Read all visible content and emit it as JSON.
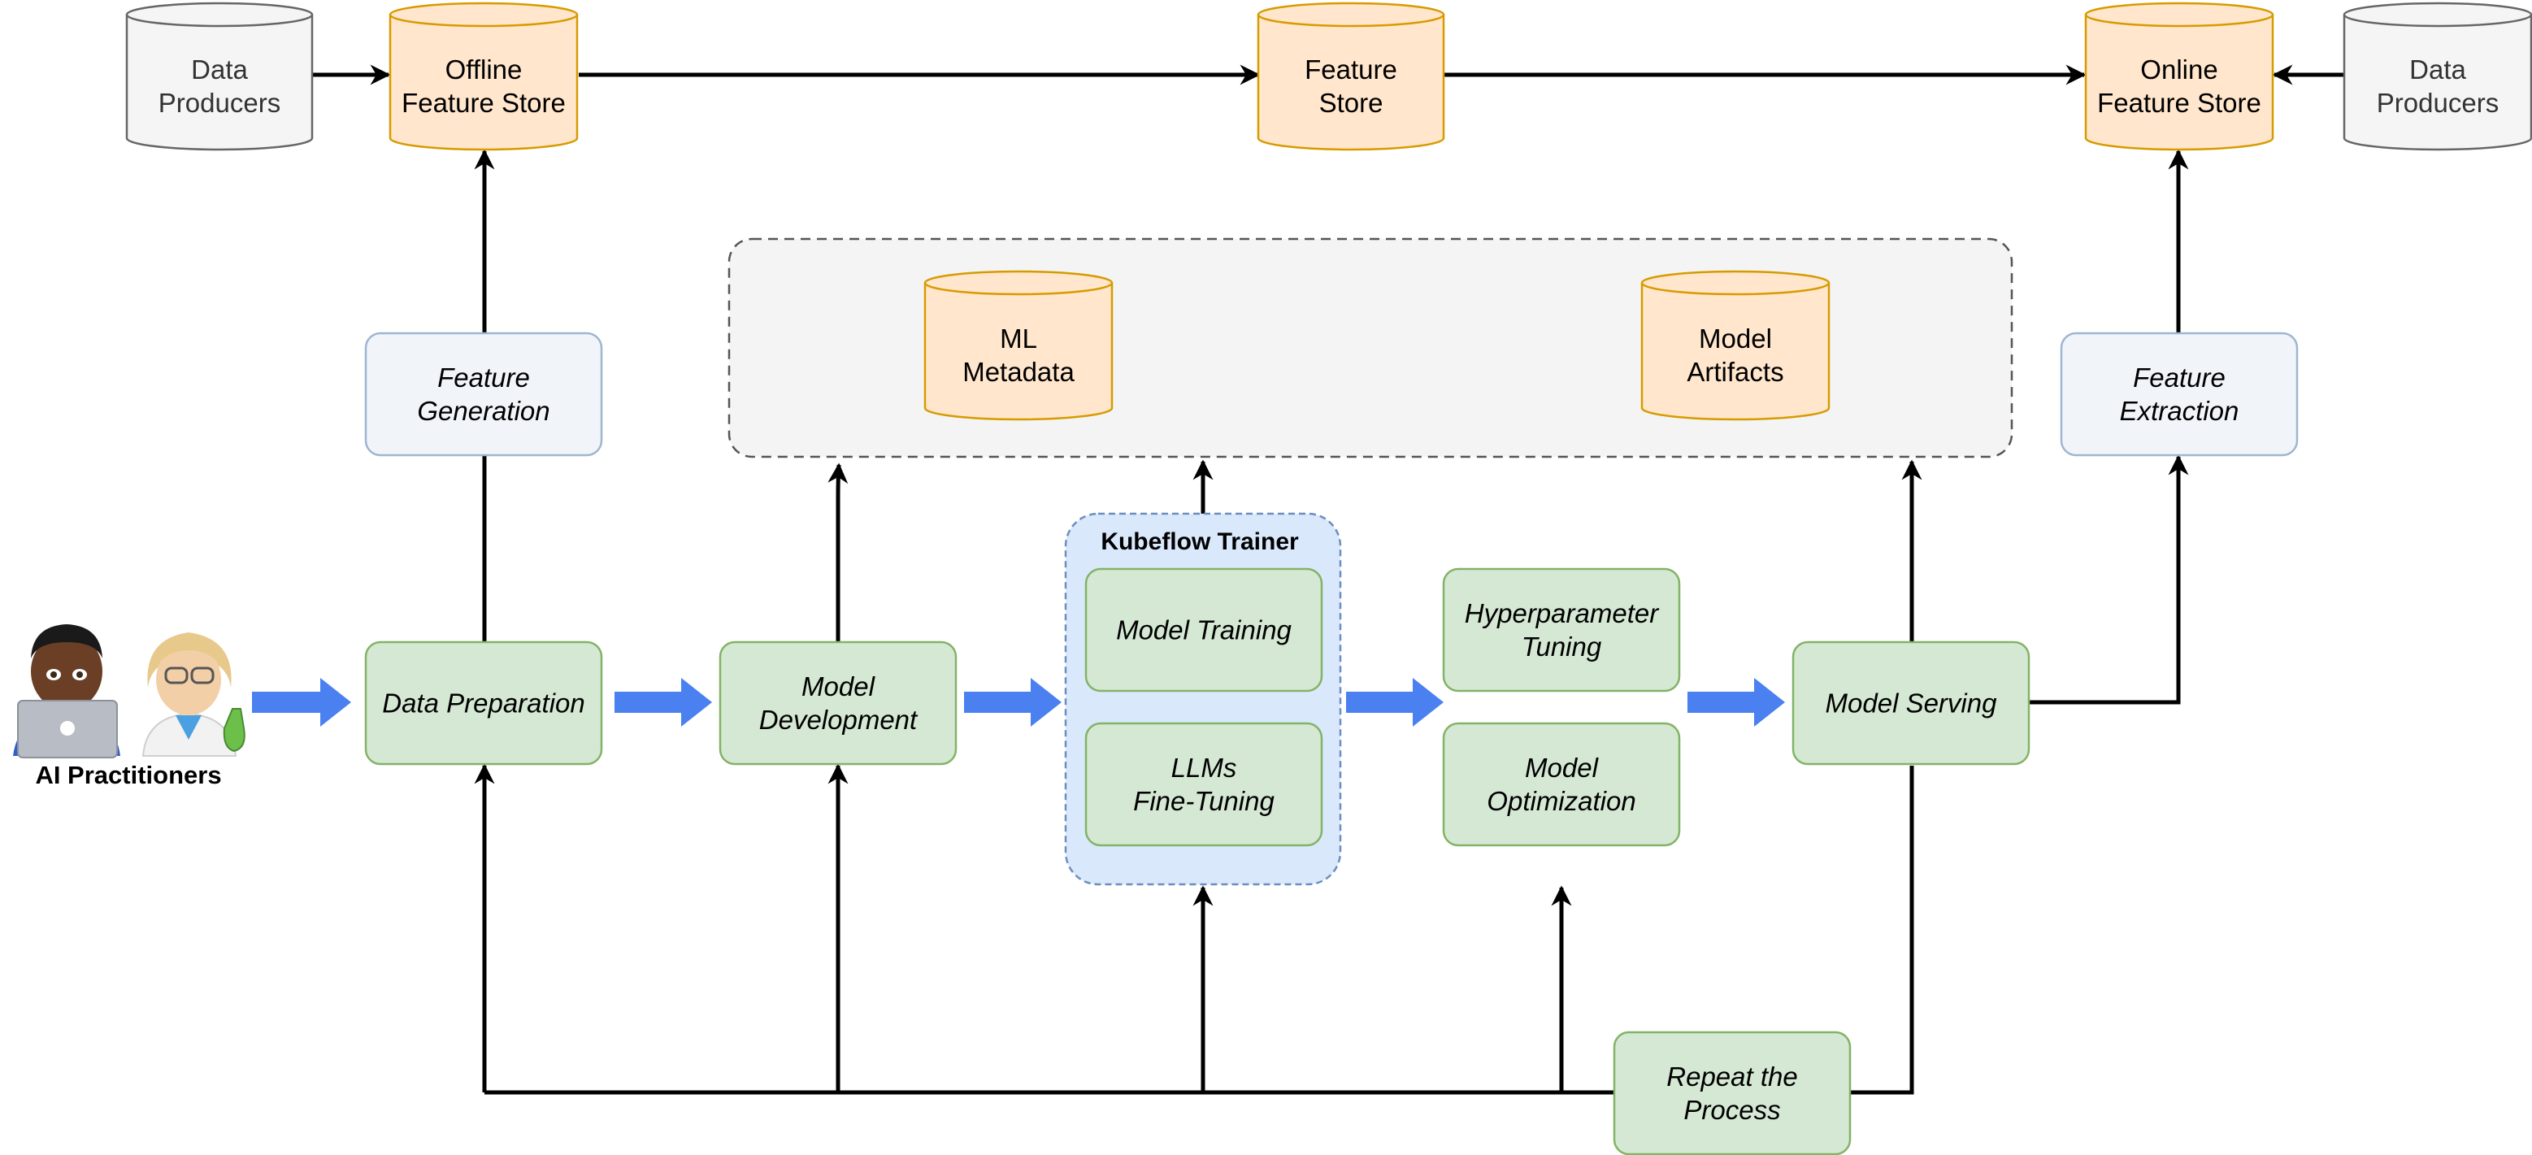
{
  "colors": {
    "cylinder_gray_fill": "#f5f5f5",
    "cylinder_gray_stroke": "#666666",
    "cylinder_orange_fill": "#ffe6cc",
    "cylinder_orange_stroke": "#d79b00",
    "step_green_fill": "#d5e8d4",
    "step_green_stroke": "#82b366",
    "step_blue_fill": "#f1f5fa",
    "step_blue_stroke": "#9fb5d0",
    "trainer_group_fill": "#dae8fc",
    "trainer_group_stroke": "#6c8ebf",
    "metadata_group_fill": "#f4f4f4",
    "metadata_group_stroke": "#555555",
    "flow_arrow": "#4a80f0",
    "connector": "#000000"
  },
  "stores": {
    "data_producers_left": [
      "Data",
      "Producers"
    ],
    "offline_feature_store": [
      "Offline",
      "Feature Store"
    ],
    "feature_store": [
      "Feature",
      "Store"
    ],
    "online_feature_store": [
      "Online",
      "Feature Store"
    ],
    "data_producers_right": [
      "Data",
      "Producers"
    ],
    "ml_metadata": [
      "ML",
      "Metadata"
    ],
    "model_artifacts": [
      "Model",
      "Artifacts"
    ]
  },
  "aux_steps": {
    "feature_generation": [
      "Feature",
      "Generation"
    ],
    "feature_extraction": [
      "Feature",
      "Extraction"
    ]
  },
  "steps": {
    "data_preparation": [
      "Data Preparation"
    ],
    "model_development": [
      "Model",
      "Development"
    ],
    "model_training": [
      "Model Training"
    ],
    "llms_fine_tuning": [
      "LLMs",
      "Fine-Tuning"
    ],
    "hyperparameter_tuning": [
      "Hyperparameter",
      "Tuning"
    ],
    "model_optimization": [
      "Model",
      "Optimization"
    ],
    "model_serving": [
      "Model Serving"
    ],
    "repeat_the_process": [
      "Repeat the",
      "Process"
    ]
  },
  "groups": {
    "kubeflow_trainer_title": "Kubeflow Trainer"
  },
  "practitioners": {
    "label": "AI Practitioners",
    "icons": [
      "developer-emoji",
      "scientist-emoji"
    ]
  }
}
